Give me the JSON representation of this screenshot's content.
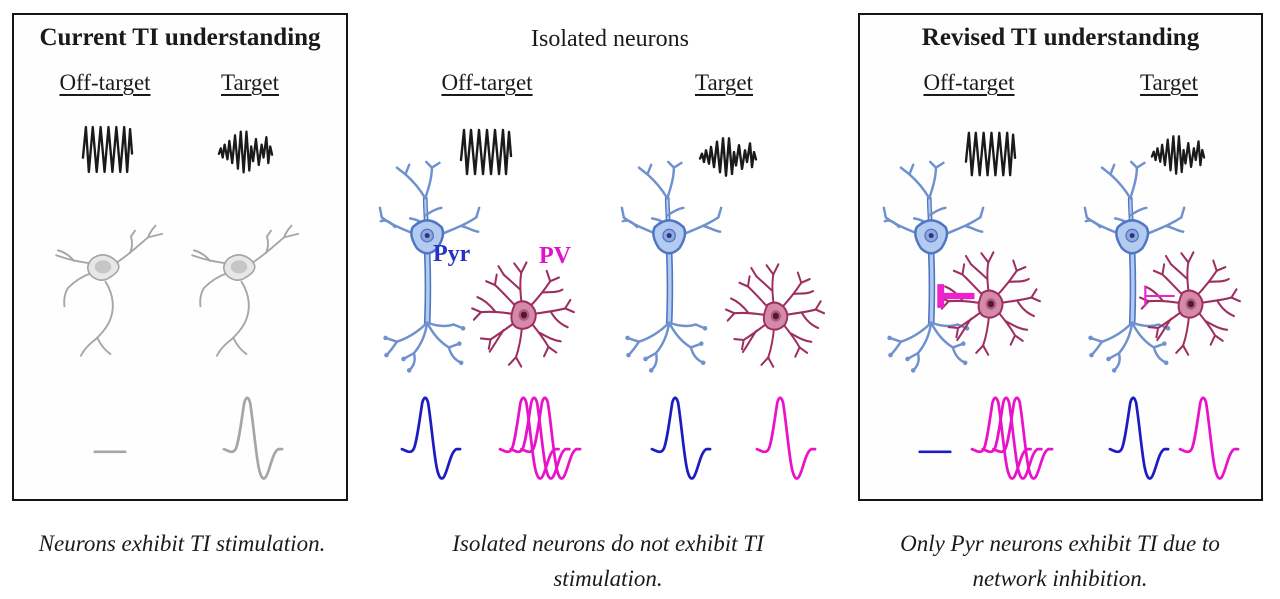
{
  "figure": {
    "panels": [
      {
        "title": "Current TI understanding",
        "col_off": "Off-target",
        "col_target": "Target",
        "caption": "Neurons exhibit TI stimulation."
      },
      {
        "title": "Isolated neurons",
        "col_off": "Off-target",
        "col_target": "Target",
        "pyr_label": "Pyr",
        "pv_label": "PV",
        "caption": "Isolated neurons do not exhibit TI stimulation."
      },
      {
        "title": "Revised TI understanding",
        "col_off": "Off-target",
        "col_target": "Target",
        "caption": "Only Pyr neurons exhibit TI due to network inhibition."
      }
    ],
    "colors": {
      "ink": "#1a1a1a",
      "gray_line": "#a6a6a6",
      "gray_soma": "#e7e7e7",
      "gray_nucleus": "#c6c6c6",
      "pyr_fill": "#b3cbee",
      "pyr_stroke": "#4f76c4",
      "pyr_line": "#6f92cf",
      "pv_fill": "#d58aab",
      "pv_stroke": "#9c2f5f",
      "spike_blue": "#1c1cc0",
      "spike_magenta": "#e812c8",
      "tbar_magenta": "#ee22cc",
      "label_blue": "#2633c0",
      "label_magenta": "#e012cb"
    }
  }
}
